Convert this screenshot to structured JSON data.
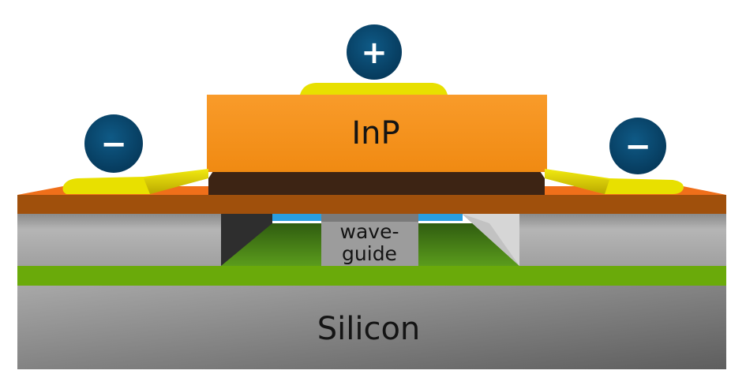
{
  "labels": {
    "inp": "InP",
    "waveguide_line1": "wave-",
    "waveguide_line2": "guide",
    "silicon": "Silicon"
  },
  "electrodes": {
    "top": "+",
    "left": "−",
    "right": "−"
  },
  "colors": {
    "inp": "#f7941d",
    "active_layer": "#3d2414",
    "contact_layer": "#a0500c",
    "contact_layer_top": "#ef6f1a",
    "metal": "#e8e000",
    "electrode_circle": "#0a4a73",
    "oxide": "#9a9a9a",
    "green_layer": "#6aaa0a",
    "silicon": "#8c8c8c",
    "blue_gap": "#2a9ee0"
  }
}
